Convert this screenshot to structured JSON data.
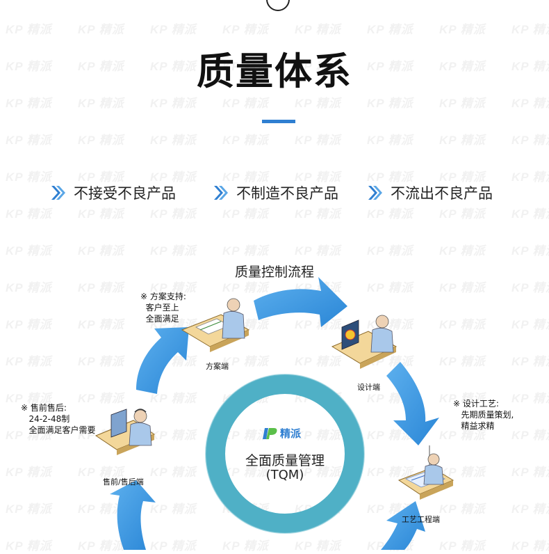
{
  "page": {
    "title": "质量体系",
    "accent_color": "#2f7fd1"
  },
  "principles": [
    {
      "icon": "double-chevron-right-icon",
      "label": "不接受不良产品"
    },
    {
      "icon": "double-chevron-right-icon",
      "label": "不制造不良产品"
    },
    {
      "icon": "double-chevron-right-icon",
      "label": "不流出不良产品"
    }
  ],
  "diagram": {
    "title": "质量控制流程",
    "center": {
      "brand": "精派",
      "line1": "全面质量管理",
      "line2": "(TQM)",
      "ring_color": "#4fb0c6"
    },
    "arrow_color": "#3a93dc",
    "nodes": {
      "proposal": {
        "label": "方案端",
        "note": "※ 方案支持:\n  客户至上\n  全面满足"
      },
      "design": {
        "label": "设计端"
      },
      "process": {
        "label": "工艺工程端",
        "note": "※ 设计工艺:\n   先期质量策划,\n   精益求精"
      },
      "service": {
        "label": "售前/售后端",
        "note": "※ 售前售后:\n   24-2-48制\n   全面满足客户需要"
      }
    }
  },
  "watermark": {
    "text": "精派"
  }
}
